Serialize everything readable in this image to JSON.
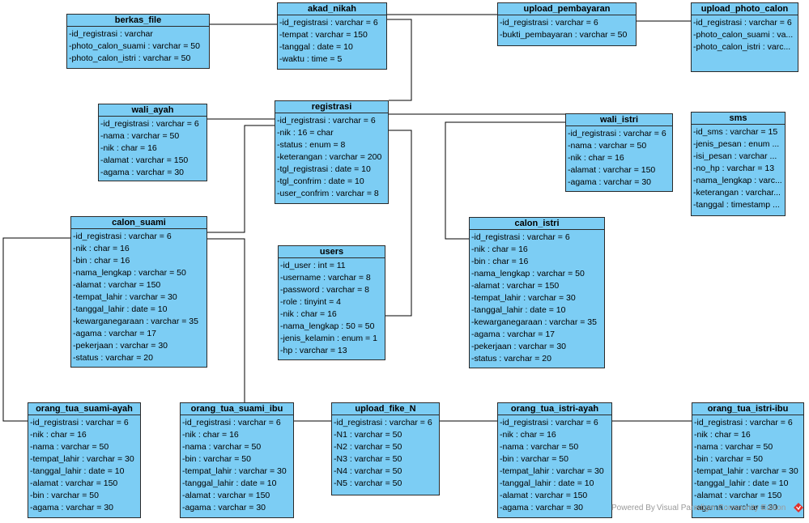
{
  "entities": [
    {
      "id": "berkas_file",
      "title": "berkas_file",
      "attrs": [
        "-id_registrasi : varchar",
        "-photo_calon_suami : varchar = 50",
        "-photo_calon_istri : varchar = 50"
      ]
    },
    {
      "id": "akad_nikah",
      "title": "akad_nikah",
      "attrs": [
        "-id_registrasi : varchar = 6",
        "-tempat : varchar = 150",
        "-tanggal : date = 10",
        "-waktu : time = 5"
      ]
    },
    {
      "id": "upload_pembayaran",
      "title": "upload_pembayaran",
      "attrs": [
        "-id_registrasi : varchar = 6",
        "-bukti_pembayaran : varchar = 50"
      ]
    },
    {
      "id": "upload_photo_calon",
      "title": "upload_photo_calon",
      "attrs": [
        "-id_registrasi : varchar = 6",
        "-photo_calon_suami : va...",
        "-photo_calon_istri : varc..."
      ]
    },
    {
      "id": "wali_ayah",
      "title": "wali_ayah",
      "attrs": [
        "-id_registrasi : varchar = 6",
        "-nama : varchar = 50",
        "-nik : char = 16",
        "-alamat : varchar = 150",
        "-agama : varchar = 30"
      ]
    },
    {
      "id": "registrasi",
      "title": "registrasi",
      "attrs": [
        "-id_registrasi : varchar = 6",
        "-nik : 16 = char",
        "-status : enum = 8",
        "-keterangan : varchar = 200",
        "-tgl_registrasi : date = 10",
        "-tgl_confrim : date = 10",
        "-user_confrim : varchar = 8"
      ]
    },
    {
      "id": "wali_istri",
      "title": "wali_istri",
      "attrs": [
        "-id_registrasi : varchar = 6",
        "-nama : varchar = 50",
        "-nik : char = 16",
        "-alamat : varchar = 150",
        "-agama : varchar = 30"
      ]
    },
    {
      "id": "sms",
      "title": "sms",
      "attrs": [
        "-id_sms : varchar = 15",
        "-jenis_pesan : enum ...",
        "-isi_pesan : varchar ...",
        "-no_hp : varchar = 13",
        "-nama_lengkap : varc...",
        "-keterangan : varchar...",
        "-tanggal : timestamp ..."
      ]
    },
    {
      "id": "calon_suami",
      "title": "calon_suami",
      "attrs": [
        "-id_registrasi : varchar = 6",
        "-nik : char = 16",
        "-bin : char = 16",
        "-nama_lengkap : varchar = 50",
        "-alamat : varchar = 150",
        "-tempat_lahir : varchar = 30",
        "-tanggal_lahir : date = 10",
        "-kewarganegaraan : varchar = 35",
        "-agama : varchar = 17",
        "-pekerjaan : varchar = 30",
        "-status : varchar = 20"
      ]
    },
    {
      "id": "users",
      "title": "users",
      "attrs": [
        "-id_user : int = 11",
        "-username : varchar = 8",
        "-password : varchar = 8",
        "-role : tinyint = 4",
        "-nik : char = 16",
        "-nama_lengkap : 50 = 50",
        "-jenis_kelamin : enum = 1",
        "-hp : varchar = 13"
      ]
    },
    {
      "id": "calon_istri",
      "title": "calon_istri",
      "attrs": [
        "-id_registrasi : varchar = 6",
        "-nik : char = 16",
        "-bin : char = 16",
        "-nama_lengkap : varchar = 50",
        "-alamat : varchar = 150",
        "-tempat_lahir : varchar = 30",
        "-tanggal_lahir : date = 10",
        "-kewarganegaraan : varchar = 35",
        "-agama : varchar = 17",
        "-pekerjaan : varchar = 30",
        "-status : varchar = 20"
      ]
    },
    {
      "id": "orang_tua_suami_ayah",
      "title": "orang_tua_suami-ayah",
      "attrs": [
        "-id_registrasi : varchar = 6",
        "-nik : char = 16",
        "-nama : varchar = 50",
        "-tempat_lahir : varchar = 30",
        "-tanggal_lahir : date = 10",
        "-alamat : varchar = 150",
        "-bin : varchar = 50",
        "-agama : varchar = 30"
      ]
    },
    {
      "id": "orang_tua_suami_ibu",
      "title": "orang_tua_suami_ibu",
      "attrs": [
        "-id_registrasi : varchar = 6",
        "-nik : char = 16",
        "-nama : varchar = 50",
        "-bin : varchar = 50",
        "-tempat_lahir : varchar = 30",
        "-tanggal_lahir : date = 10",
        "-alamat : varchar = 150",
        "-agama : varchar = 30"
      ]
    },
    {
      "id": "upload_fike_N",
      "title": "upload_fike_N",
      "attrs": [
        "-id_registrasi : varchar = 6",
        "-N1 : varchar = 50",
        "-N2 : varchar = 50",
        "-N3 : varchar = 50",
        "-N4 : varchar = 50",
        "-N5 : varchar = 50"
      ]
    },
    {
      "id": "orang_tua_istri_ayah",
      "title": "orang_tua_istri-ayah",
      "attrs": [
        "-id_registrasi : varchar = 6",
        "-nik : char = 16",
        "-nama : varchar = 50",
        "-bin : varchar = 50",
        "-tempat_lahir : varchar = 30",
        "-tanggal_lahir : date = 10",
        "-alamat : varchar = 150",
        "-agama : varchar = 30"
      ]
    },
    {
      "id": "orang_tua_istri_ibu",
      "title": "orang_tua_istri-ibu",
      "attrs": [
        "-id_registrasi : varchar = 6",
        "-nik : char = 16",
        "-nama : varchar = 50",
        "-bin : varchar = 50",
        "-tempat_lahir : varchar = 30",
        "-tanggal_lahir : date = 10",
        "-alamat : varchar = 150",
        "-agama : varchar = 30"
      ]
    }
  ],
  "watermark": {
    "text": "Powered By Visual Paradigm Community Edition",
    "logo_icon": "visual-paradigm-logo-icon",
    "logo_color": "#e0302b"
  },
  "colors": {
    "entity_fill": "#7ccdf4",
    "line": "#000000"
  }
}
